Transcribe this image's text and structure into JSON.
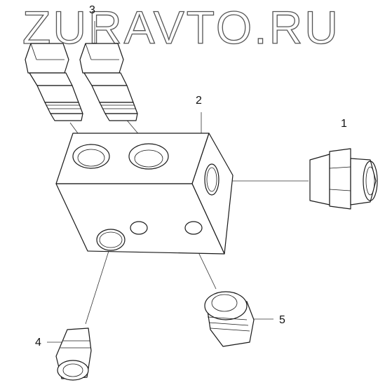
{
  "watermark": "ZURAVTO.RU",
  "callouts": [
    "1",
    "2",
    "3",
    "4",
    "5"
  ]
}
